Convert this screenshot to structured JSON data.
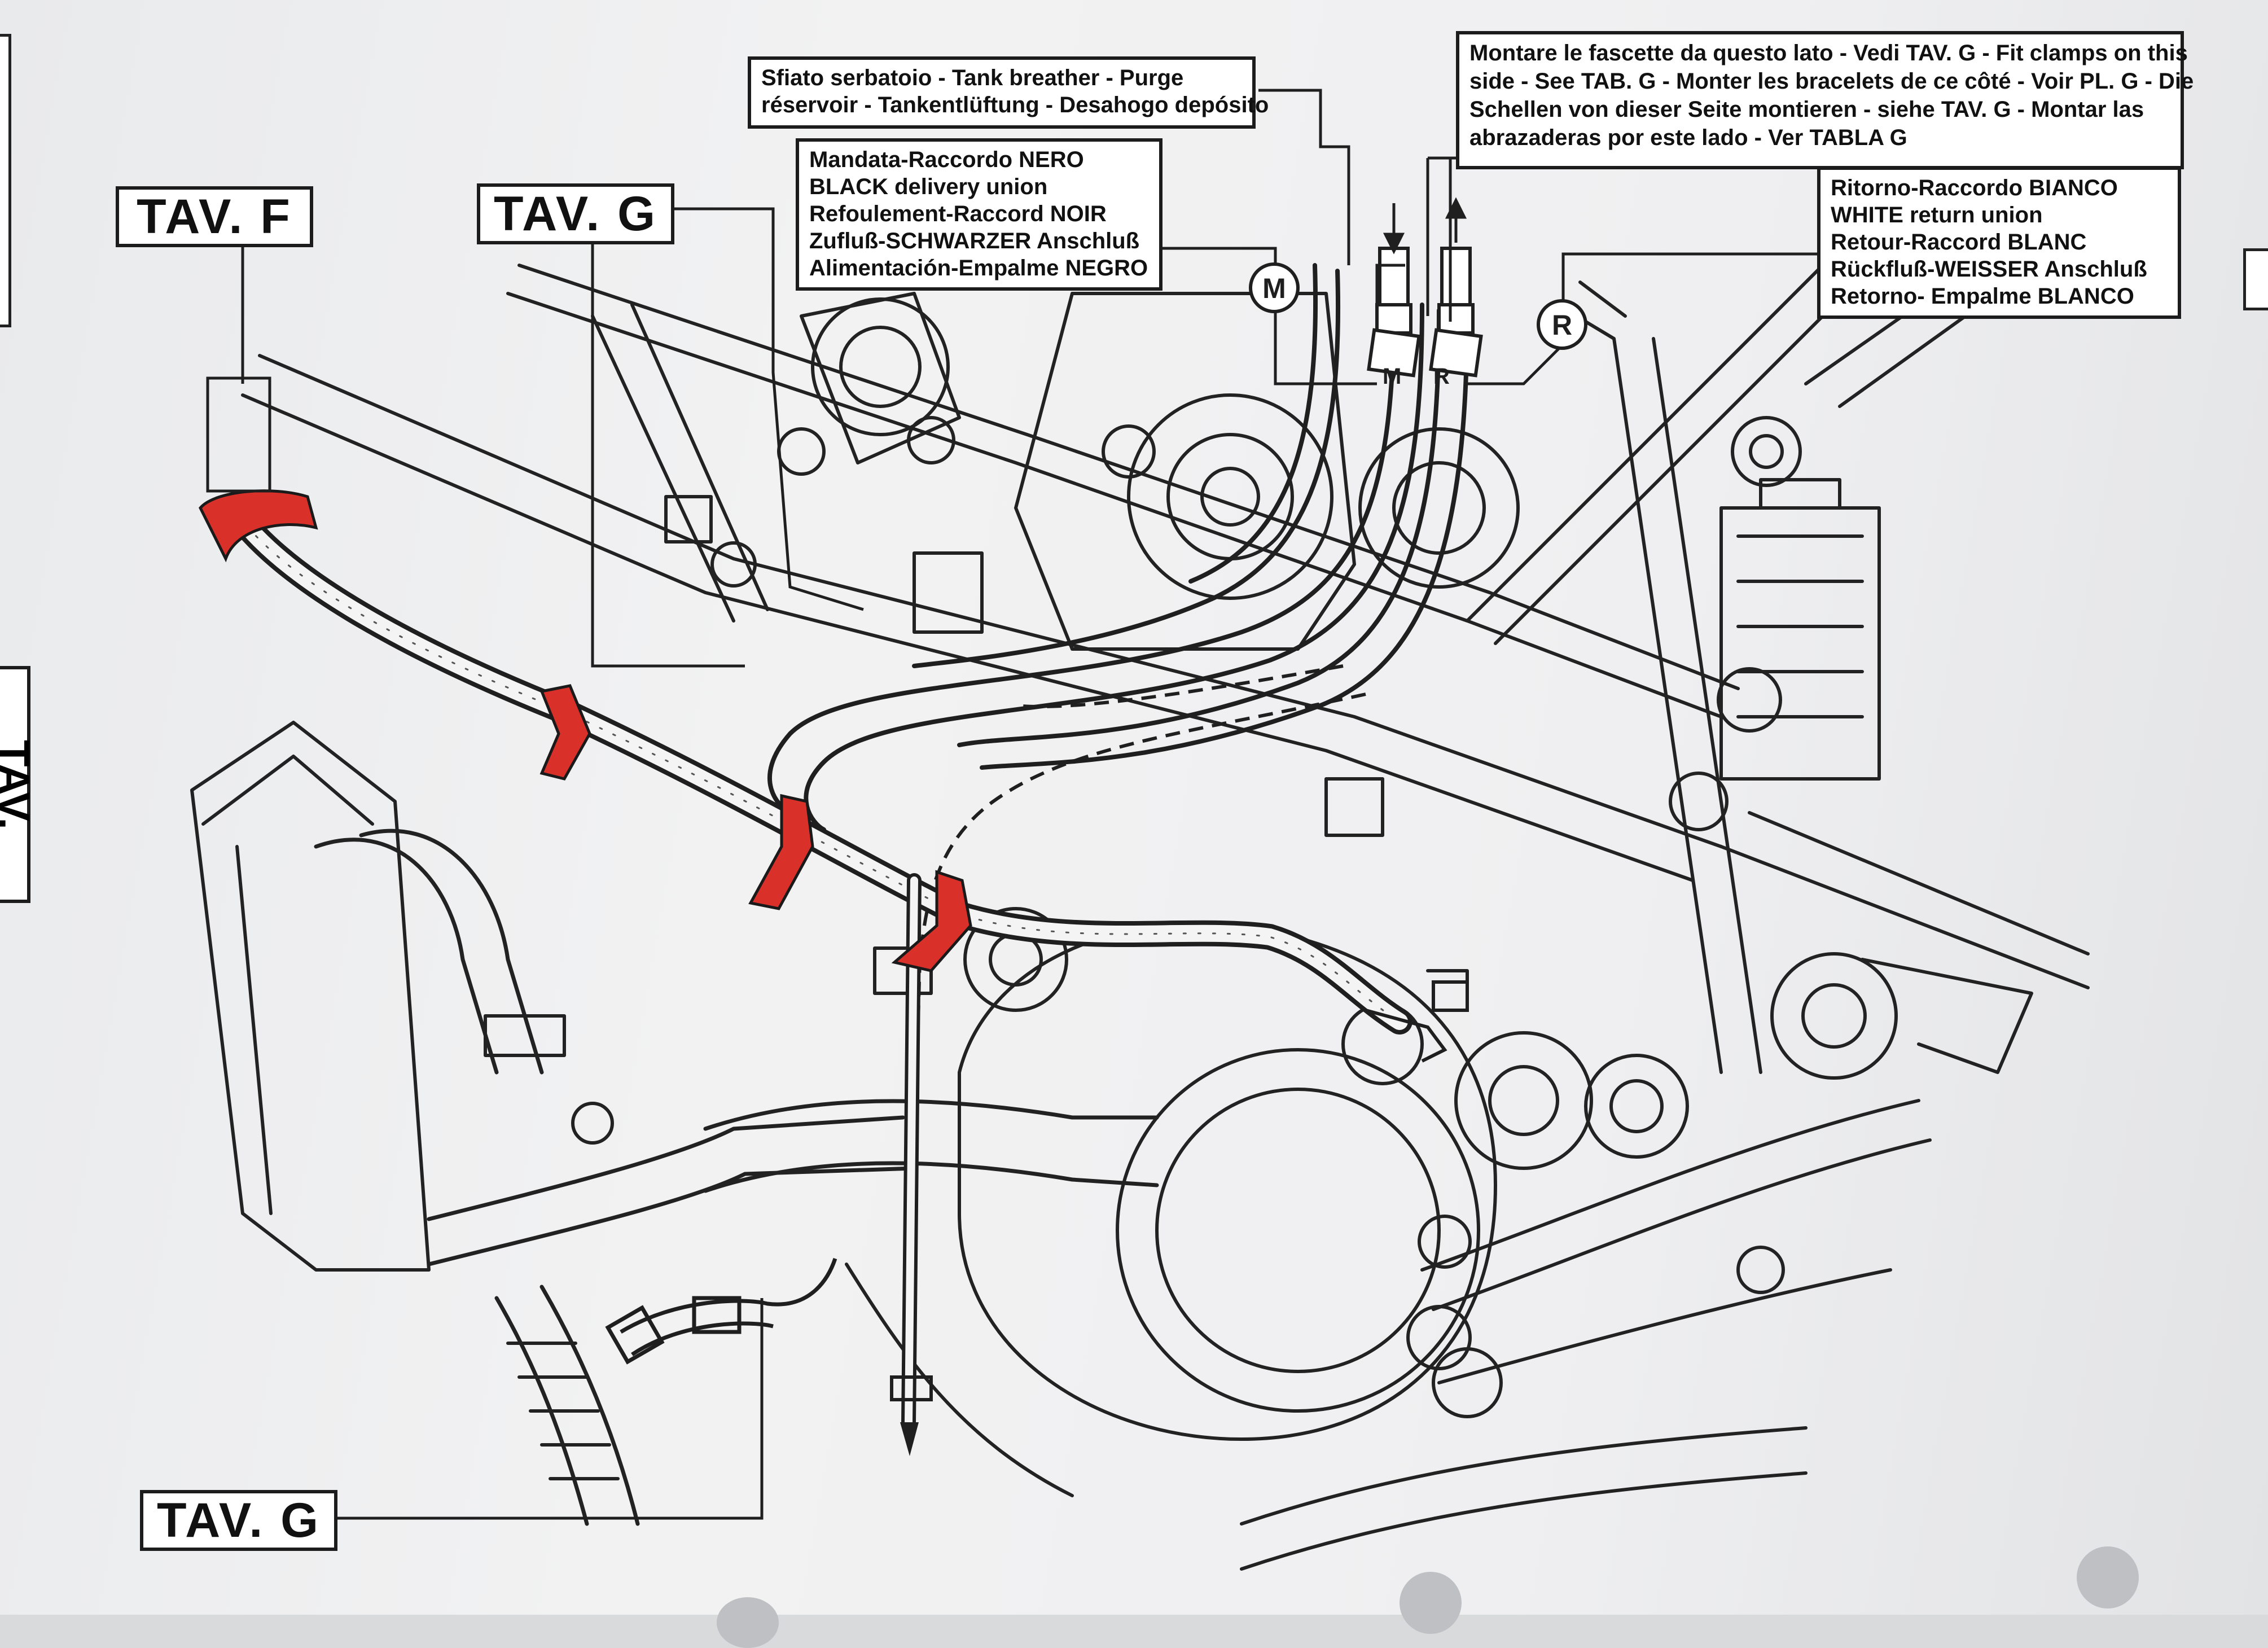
{
  "labels": {
    "tav_f": "TAV. F",
    "tav_g_top": "TAV. G",
    "tav_g_bottom": "TAV. G",
    "marker_m": "M",
    "marker_r": "R",
    "hose_m": "M",
    "hose_r": "R",
    "side_tab": "TAV."
  },
  "notes": {
    "tank_breather": [
      "Sfiato serbatoio - Tank breather - Purge",
      "réservoir - Tankentlüftung - Desahogo depósito"
    ],
    "delivery_union": [
      "Mandata-Raccordo NERO",
      "BLACK delivery union",
      "Refoulement-Raccord NOIR",
      "Zufluß-SCHWARZER Anschluß",
      "Alimentación-Empalme NEGRO"
    ],
    "fit_clamps": [
      "Montare le fascette da questo lato - Vedi TAV. G - Fit clamps on this",
      "side - See TAB. G - Monter les bracelets de ce côté - Voir PL. G - Die",
      "Schellen von dieser Seite montieren - siehe TAV. G - Montar las",
      "abrazaderas por este lado - Ver TABLA G"
    ],
    "return_union": [
      "Ritorno-Raccordo BIANCO",
      "WHITE return union",
      "Retour-Raccord BLANC",
      "Rückfluß-WEISSER Anschluß",
      "Retorno- Empalme BLANCO"
    ]
  },
  "colors": {
    "clamp_red": "#d9302a",
    "line": "#1f1f1f",
    "paper": "#f0f0f2"
  }
}
